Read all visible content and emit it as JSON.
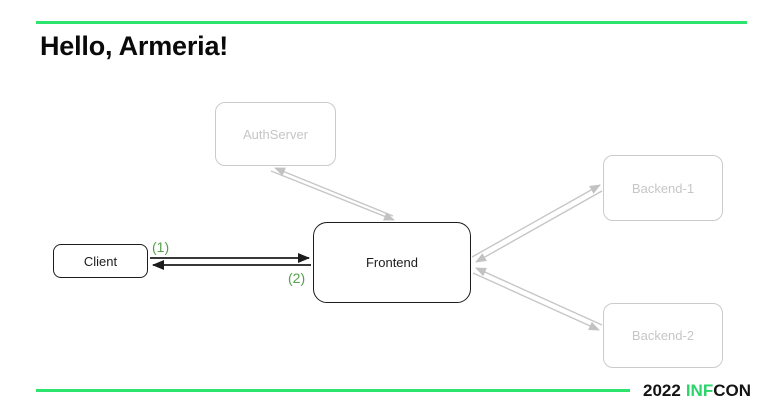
{
  "slide": {
    "title": "Hello, Armeria!",
    "colors": {
      "accent_line_green": "#2de46e",
      "annotation_green": "#55a04a",
      "inactive_gray": "#cbcbcb",
      "active_black": "#1c1c1c"
    }
  },
  "diagram": {
    "nodes": [
      {
        "id": "client",
        "label": "Client",
        "state": "active"
      },
      {
        "id": "frontend",
        "label": "Frontend",
        "state": "active"
      },
      {
        "id": "authserver",
        "label": "AuthServer",
        "state": "inactive"
      },
      {
        "id": "backend-1",
        "label": "Backend-1",
        "state": "inactive"
      },
      {
        "id": "backend-2",
        "label": "Backend-2",
        "state": "inactive"
      }
    ],
    "edges": [
      {
        "from": "client",
        "to": "frontend",
        "style": "active",
        "label": "(1)"
      },
      {
        "from": "frontend",
        "to": "client",
        "style": "active",
        "label": "(2)"
      },
      {
        "from": "frontend",
        "to": "authserver",
        "style": "inactive",
        "label": ""
      },
      {
        "from": "authserver",
        "to": "frontend",
        "style": "inactive",
        "label": ""
      },
      {
        "from": "frontend",
        "to": "backend-1",
        "style": "inactive",
        "label": ""
      },
      {
        "from": "backend-1",
        "to": "frontend",
        "style": "inactive",
        "label": ""
      },
      {
        "from": "frontend",
        "to": "backend-2",
        "style": "inactive",
        "label": ""
      },
      {
        "from": "backend-2",
        "to": "frontend",
        "style": "inactive",
        "label": ""
      }
    ],
    "edge_labels": [
      {
        "text": "(1)",
        "edge": "client-to-frontend"
      },
      {
        "text": "(2)",
        "edge": "frontend-to-client"
      }
    ]
  },
  "footer": {
    "logo": {
      "year": "2022",
      "inf": "INF",
      "con": "CON"
    }
  }
}
